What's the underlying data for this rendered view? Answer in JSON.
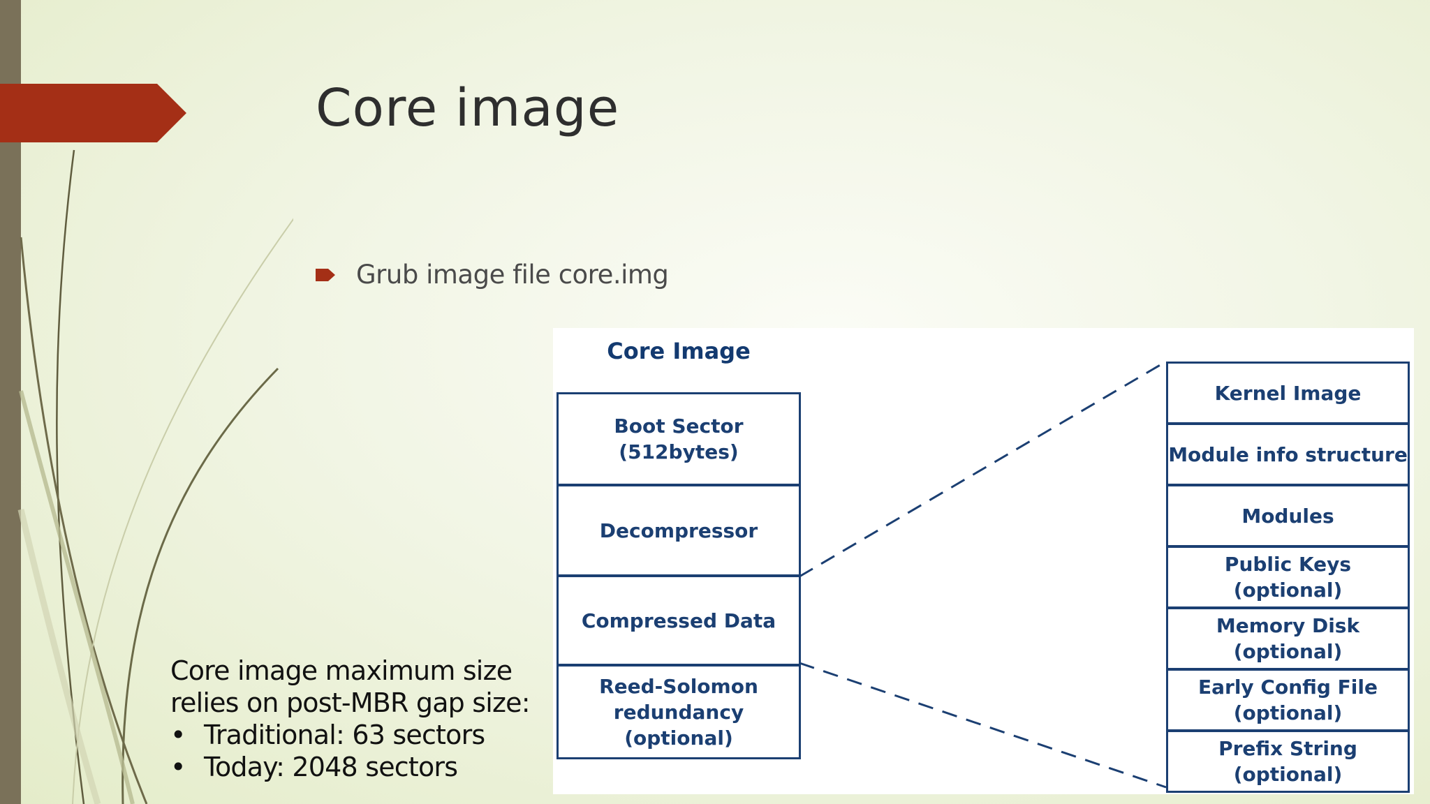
{
  "slide": {
    "title": "Core image",
    "bullet": "Grub image file core.img",
    "notes": {
      "line1": "Core image maximum size",
      "line2": "relies on post-MBR gap size:",
      "items": [
        "Traditional: 63 sectors",
        "Today: 2048 sectors"
      ],
      "bullet_glyph": "•"
    }
  },
  "diagram": {
    "heading": "Core Image",
    "left_blocks": [
      "Boot Sector\n(512bytes)",
      "Decompressor",
      "Compressed Data",
      "Reed-Solomon\nredundancy\n(optional)"
    ],
    "right_blocks": [
      "Kernel Image",
      "Module info structure",
      "Modules",
      "Public Keys\n(optional)",
      "Memory Disk\n(optional)",
      "Early Config File\n(optional)",
      "Prefix String\n(optional)"
    ]
  },
  "colors": {
    "accent": "#a42f16",
    "side_bar": "#7a7159",
    "diagram_blue": "#1b3f72"
  },
  "icons": {
    "bullet": "right-arrow-bullet-icon"
  }
}
